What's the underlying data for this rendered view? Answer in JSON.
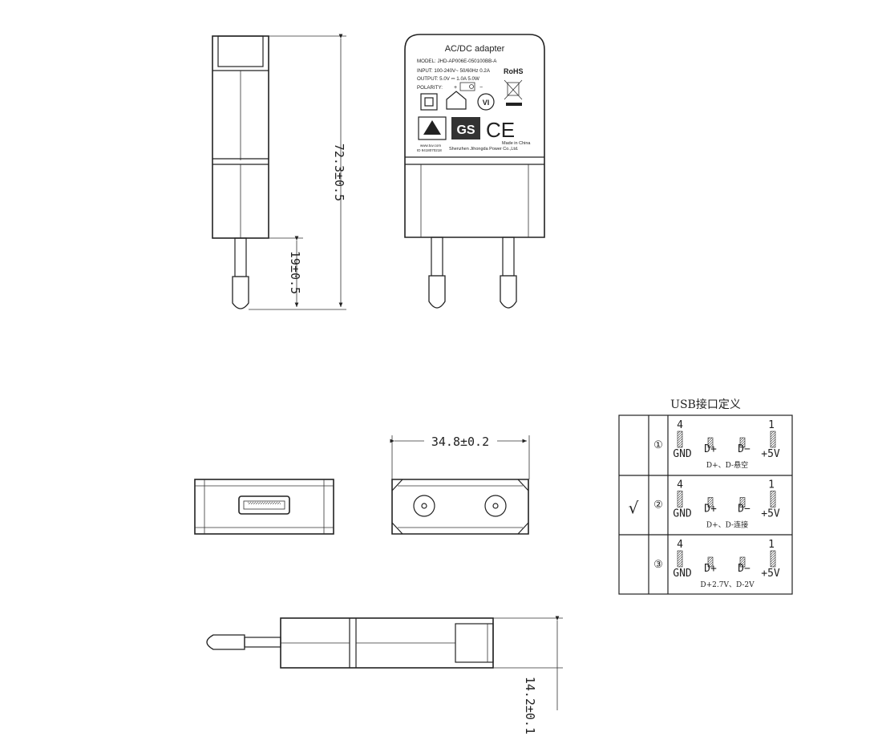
{
  "label": {
    "title": "AC/DC  adapter",
    "model": "MODEL: JHD-AP006E-050100BB-A",
    "input": "INPUT: 100-240V~  50/60Hz  0.2A",
    "output": "OUTPUT:  5.0V ⎓ 1.0A  5.0W",
    "polarity": "POLARITY:",
    "rohs": "RoHS",
    "vi": "VI",
    "ce": "CE",
    "gs": "GS",
    "made_in": "Made in China",
    "web": "www.tuv.com",
    "id": "ID 9418070218",
    "company": "Shenzhen Jihongda Power Co.,Ltd."
  },
  "dimensions": {
    "total_length": "72.3±0.5",
    "pin_length": "19±0.5",
    "width": "34.8±0.2",
    "thickness": "14.2±0.1"
  },
  "usb_table": {
    "title": "USB接口定义",
    "rows": [
      {
        "index": "①",
        "check": "",
        "pin4": "4",
        "pin1": "1",
        "gnd": "GND",
        "dplus": "D+",
        "dminus": "D−",
        "vbus": "+5V",
        "note": "D+、D-悬空"
      },
      {
        "index": "②",
        "check": "√",
        "pin4": "4",
        "pin1": "1",
        "gnd": "GND",
        "dplus": "D+",
        "dminus": "D−",
        "vbus": "+5V",
        "note": "D+、D-连接"
      },
      {
        "index": "③",
        "check": "",
        "pin4": "4",
        "pin1": "1",
        "gnd": "GND",
        "dplus": "D+",
        "dminus": "D−",
        "vbus": "+5V",
        "note": "D+2.7V、D-2V"
      }
    ]
  }
}
